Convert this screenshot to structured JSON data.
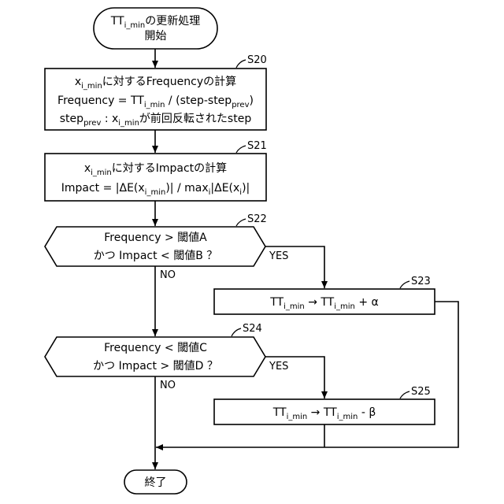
{
  "start": {
    "line1_prefix": "TT",
    "line1_sub": "i_min",
    "line1_suffix": "の更新処理",
    "line2": "開始"
  },
  "s20": {
    "step": "S20",
    "l1_a": "x",
    "l1_sub": "i_min",
    "l1_b": "に対するFrequencyの計算",
    "l2_a": "Frequency = TT",
    "l2_sub1": "i_min",
    "l2_b": " / (step-step",
    "l2_sub2": "prev",
    "l2_c": ")",
    "l3_a": "step",
    "l3_sub1": "prev",
    "l3_b": " : x",
    "l3_sub2": "i_min",
    "l3_c": "が前回反転されたstep"
  },
  "s21": {
    "step": "S21",
    "l1_a": "x",
    "l1_sub": "i_min",
    "l1_b": "に対するImpactの計算",
    "l2_a": "Impact = |ΔE(x",
    "l2_sub1": "i_min",
    "l2_b": ")| / max",
    "l2_sub2": "i",
    "l2_c": "|ΔE(x",
    "l2_sub3": "i",
    "l2_d": ")|"
  },
  "s22": {
    "step": "S22",
    "line1": "Frequency > 閾値A",
    "line2": "かつ Impact < 閾値B ？",
    "yes": "YES",
    "no": "NO"
  },
  "s23": {
    "step": "S23",
    "a": "TT",
    "sub1": "i_min",
    "b": " → TT",
    "sub2": "i_min",
    "c": " + α"
  },
  "s24": {
    "step": "S24",
    "line1": "Frequency < 閾値C",
    "line2": "かつ Impact > 閾値D ？",
    "yes": "YES",
    "no": "NO"
  },
  "s25": {
    "step": "S25",
    "a": "TT",
    "sub1": "i_min",
    "b": " → TT",
    "sub2": "i_min",
    "c": " - β"
  },
  "end": {
    "label": "終了"
  }
}
